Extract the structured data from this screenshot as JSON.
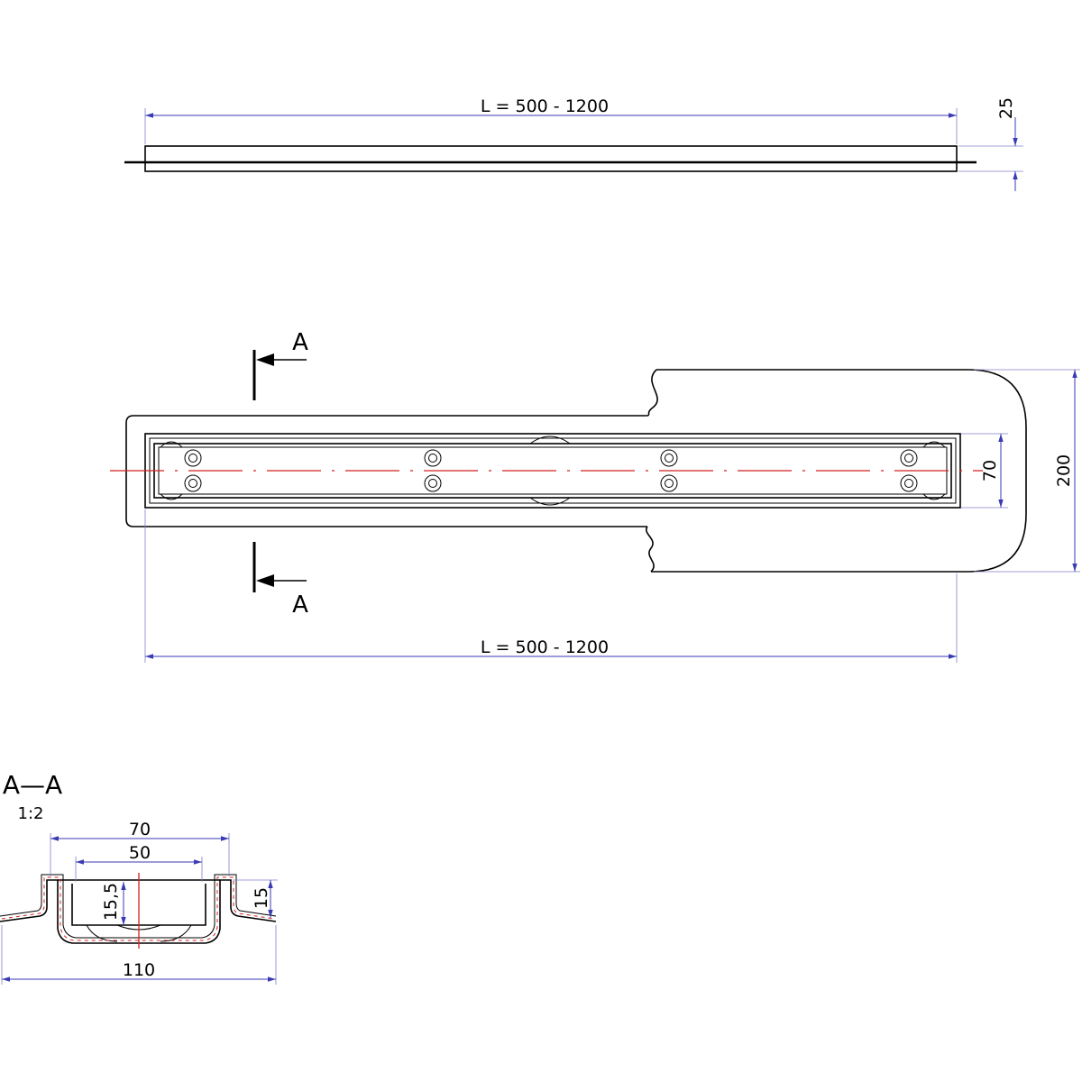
{
  "elevation": {
    "length_label": "L = 500 - 1200",
    "height_label": "25"
  },
  "plan": {
    "length_label": "L = 500 - 1200",
    "grate_width_label": "70",
    "flange_width_label": "200",
    "section_mark_top": "A",
    "section_mark_bottom": "A"
  },
  "section": {
    "title": "A—A",
    "scale": "1:2",
    "outer_width_label": "70",
    "inner_width_label": "50",
    "grate_depth_label": "15,5",
    "channel_depth_label": "15",
    "flange_width_label": "110"
  },
  "colors": {
    "dimension": "#3a3ab4",
    "centerline": "#d42020",
    "outline": "#000000"
  }
}
